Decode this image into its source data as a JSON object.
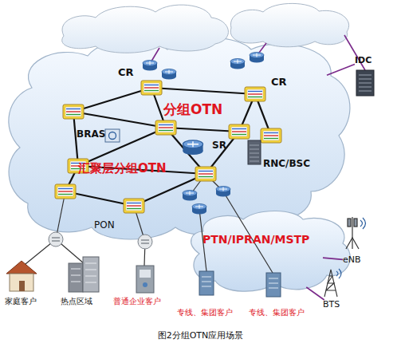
{
  "diagram": {
    "caption": "图2分组OTN应用场景",
    "nodes": [
      {
        "text": [
          "分组OTN",
          "汇聚层分组OTN"
        ]
      },
      {
        "text": [
          "CR"
        ],
        "in": 0
      },
      {
        "text": [
          "CR"
        ],
        "in": 0
      },
      {
        "text": [
          "IDC"
        ]
      },
      {
        "text": [
          "BRAS"
        ],
        "in": 0
      },
      {
        "text": [
          "SR"
        ],
        "in": 0
      },
      {
        "text": [
          "RNC/BSC"
        ],
        "in": 0
      },
      {
        "text": [
          "PON"
        ]
      },
      {
        "text": [
          "PTN/IPRAN/MSTP"
        ]
      },
      {
        "text": [
          "eNB"
        ]
      },
      {
        "text": [
          "BTS"
        ]
      },
      {
        "text": [
          "家庭客户"
        ]
      },
      {
        "text": [
          "热点区域"
        ]
      },
      {
        "text": [
          "普通企业客户"
        ]
      },
      {
        "text": [
          "专线、集团客户"
        ]
      },
      {
        "text": [
          "专线、集团客户"
        ]
      }
    ],
    "edges": [
      {
        "from": 3,
        "to": 0,
        "arrow": "none"
      },
      {
        "from": 8,
        "to": 9,
        "arrow": "none"
      },
      {
        "from": 8,
        "to": 10,
        "arrow": "none"
      }
    ]
  }
}
